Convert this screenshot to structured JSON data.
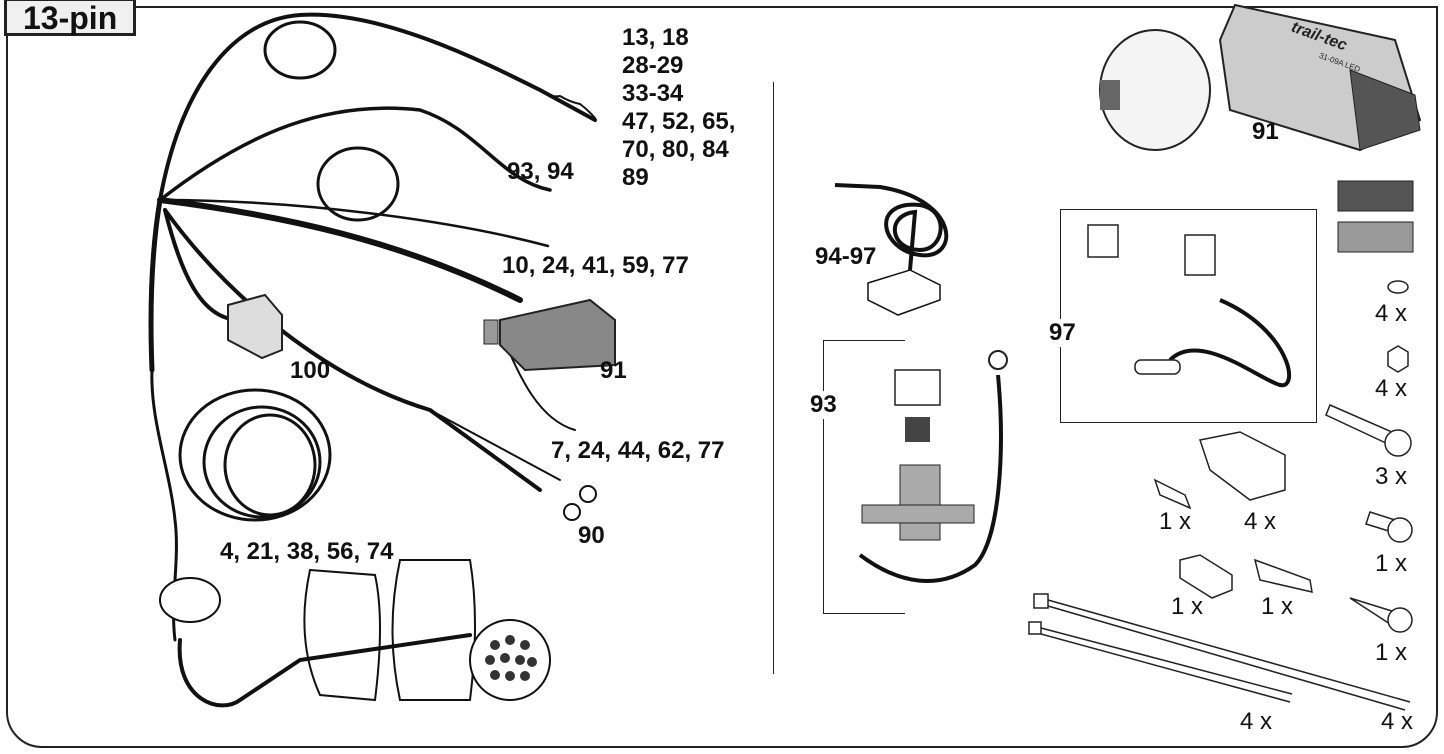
{
  "title": "13-pin",
  "labels": {
    "harness_wires_a": [
      "13, 18",
      "28-29",
      "33-34",
      "47, 52, 65,",
      "70, 80, 84",
      "89"
    ],
    "harness_wires_b": "93, 94",
    "connector_block": "10, 24, 41, 59, 77",
    "connector_block_part": "91",
    "plug_100": "100",
    "wire_lead": "7, 24, 44, 62, 77",
    "ring_terminals": "90",
    "socket_coil": "4, 21, 38, 56, 74",
    "module_part": "91",
    "module_brand": "trail-tec",
    "module_model": "31-09A LED",
    "cable_94_97": "94-97",
    "fuse_kit_97": "97",
    "fuse_kit_93": "93"
  },
  "hardware": [
    {
      "item": "lock-washer",
      "qty": "4 x"
    },
    {
      "item": "hex-nut",
      "qty": "4 x"
    },
    {
      "item": "long-screw",
      "qty": "3 x"
    },
    {
      "item": "short-screw",
      "qty": "1 x"
    },
    {
      "item": "wood-screw",
      "qty": "1 x"
    },
    {
      "item": "spade-terminal-small",
      "qty": "1 x"
    },
    {
      "item": "splice-connector",
      "qty": "4 x"
    },
    {
      "item": "connector-housing",
      "qty": "1 x"
    },
    {
      "item": "flat-female-terminal",
      "qty": "1 x"
    },
    {
      "item": "cable-tie-short",
      "qty": "4 x"
    },
    {
      "item": "cable-tie-long",
      "qty": "4 x"
    }
  ]
}
